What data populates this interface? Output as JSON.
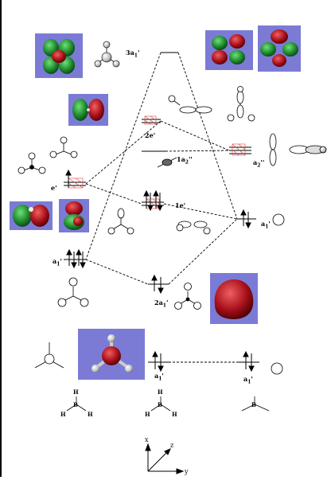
{
  "labels": {
    "a1_3": "3a",
    "a1_3_sub": "1",
    "a1_3_prime": "'",
    "e2": "2e'",
    "a2_1": "1a",
    "a2_1_sub": "2",
    "a2_1_prime": "''",
    "a2_right": "a",
    "a2_right_sub": "2",
    "a2_right_prime": "''",
    "e_left": "e'",
    "e1": "1e'",
    "a1_right": "a",
    "a1_right_sub": "1",
    "a1_right_prime": "'",
    "a1_left": "a",
    "a1_left_sub": "1",
    "a1_left_prime": "'",
    "a1_2": "2a",
    "a1_2_sub": "1",
    "a1_2_prime": "'",
    "a1_bottom_mid": "a",
    "a1_bottom_mid_sub": "1",
    "a1_bottom_mid_prime": "'",
    "a1_bottom_right": "a",
    "a1_bottom_right_sub": "1",
    "a1_bottom_right_prime": "'",
    "h": "H",
    "b": "B",
    "axis_x": "x",
    "axis_y": "y",
    "axis_z": "z"
  },
  "colors": {
    "box": "#7b7bd6",
    "lobe_green": "#1e8a2c",
    "lobe_red": "#a8101a",
    "atom_gray": "#bdbdbd"
  }
}
